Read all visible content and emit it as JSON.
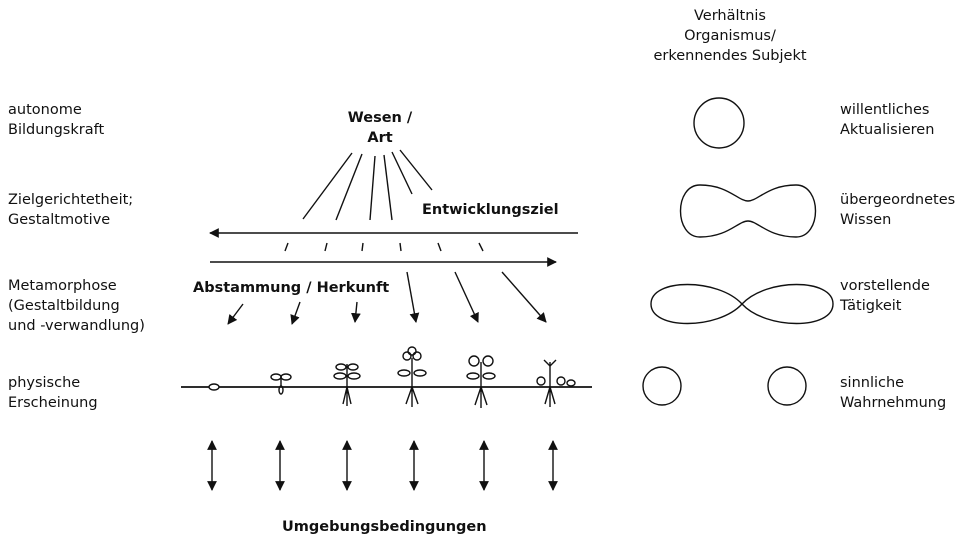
{
  "header": {
    "relation_title": "Verhältnis\nOrganismus/\nerkennendes Subjekt"
  },
  "left_levels": [
    {
      "label": "autonome\nBildungskraft"
    },
    {
      "label": "Zielgerichtetheit;\nGestaltmotive"
    },
    {
      "label": "Metamorphose\n(Gestaltbildung\nund -verwandlung)"
    },
    {
      "label": "physische\nErscheinung"
    }
  ],
  "right_levels": [
    {
      "label": "willentliches\nAktualisieren",
      "shape": "circle"
    },
    {
      "label": "übergeordnetes\nWissen",
      "shape": "peanut"
    },
    {
      "label": "vorstellende\nTätigkeit",
      "shape": "lemniscate"
    },
    {
      "label": "sinnliche\nWahrnehmung",
      "shape": "two-circles"
    }
  ],
  "center": {
    "essence": "Wesen /\nArt",
    "goal": "Entwicklungsziel",
    "descent": "Abstammung / Herkunft",
    "environment": "Umgebungsbedingungen"
  },
  "colors": {
    "stroke": "#111111",
    "text": "#111111"
  }
}
